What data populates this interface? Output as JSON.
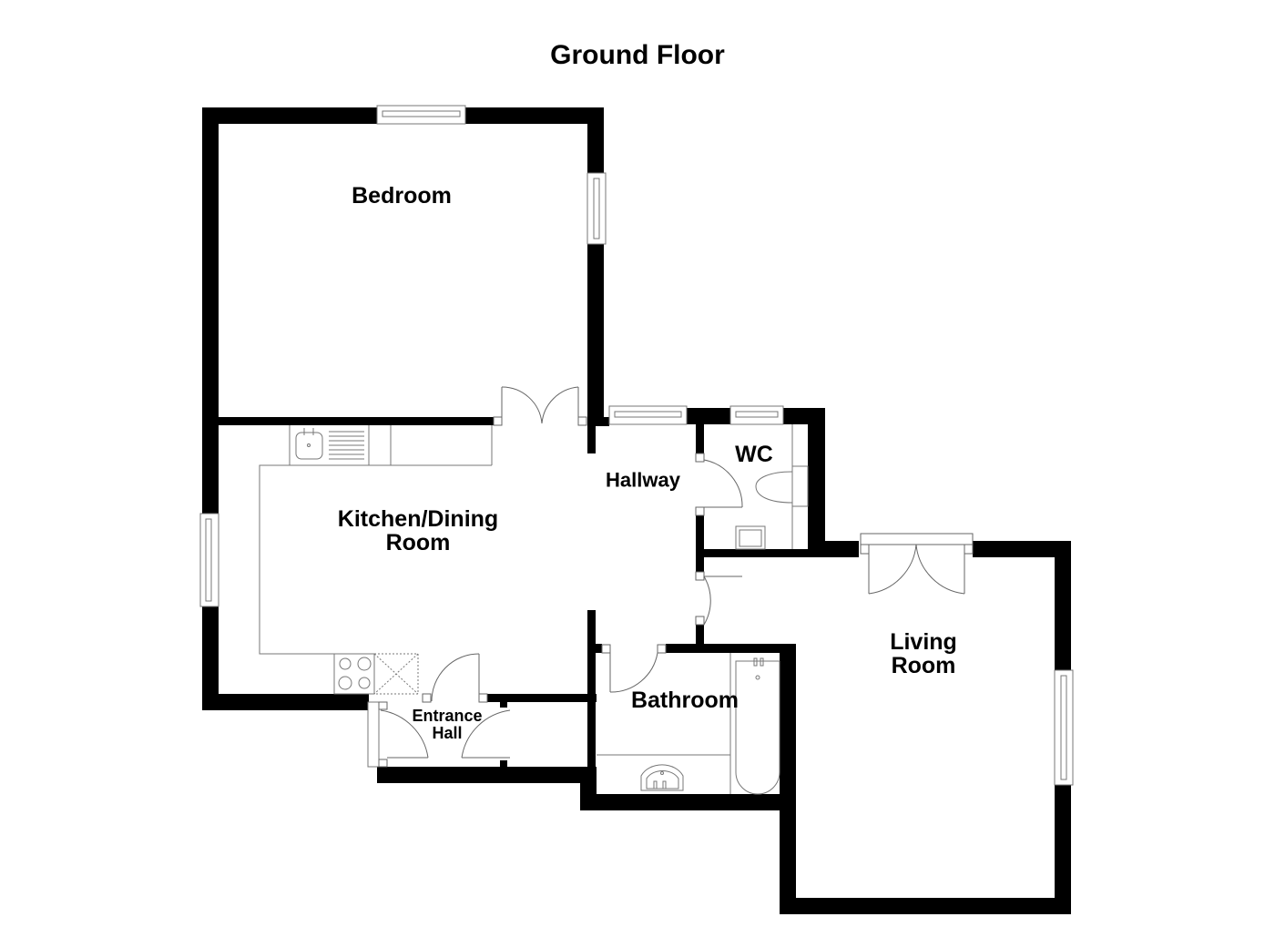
{
  "title": "Ground Floor",
  "colors": {
    "wall": "#000000",
    "fixture_line": "#888888",
    "background": "#ffffff"
  },
  "rooms": [
    {
      "id": "bedroom",
      "label": "Bedroom"
    },
    {
      "id": "kitchen",
      "label": "Kitchen/Dining\nRoom"
    },
    {
      "id": "hallway",
      "label": "Hallway"
    },
    {
      "id": "wc",
      "label": "WC"
    },
    {
      "id": "bathroom",
      "label": "Bathroom"
    },
    {
      "id": "living",
      "label": "Living\nRoom"
    },
    {
      "id": "entrance",
      "label": "Entrance\nHall"
    }
  ],
  "icons": {
    "window": "window-icon",
    "door": "door-icon",
    "double_door": "double-door-icon",
    "sink": "sink-icon",
    "hob": "hob-icon",
    "toilet": "toilet-icon",
    "bath": "bath-icon",
    "basin": "basin-icon"
  }
}
